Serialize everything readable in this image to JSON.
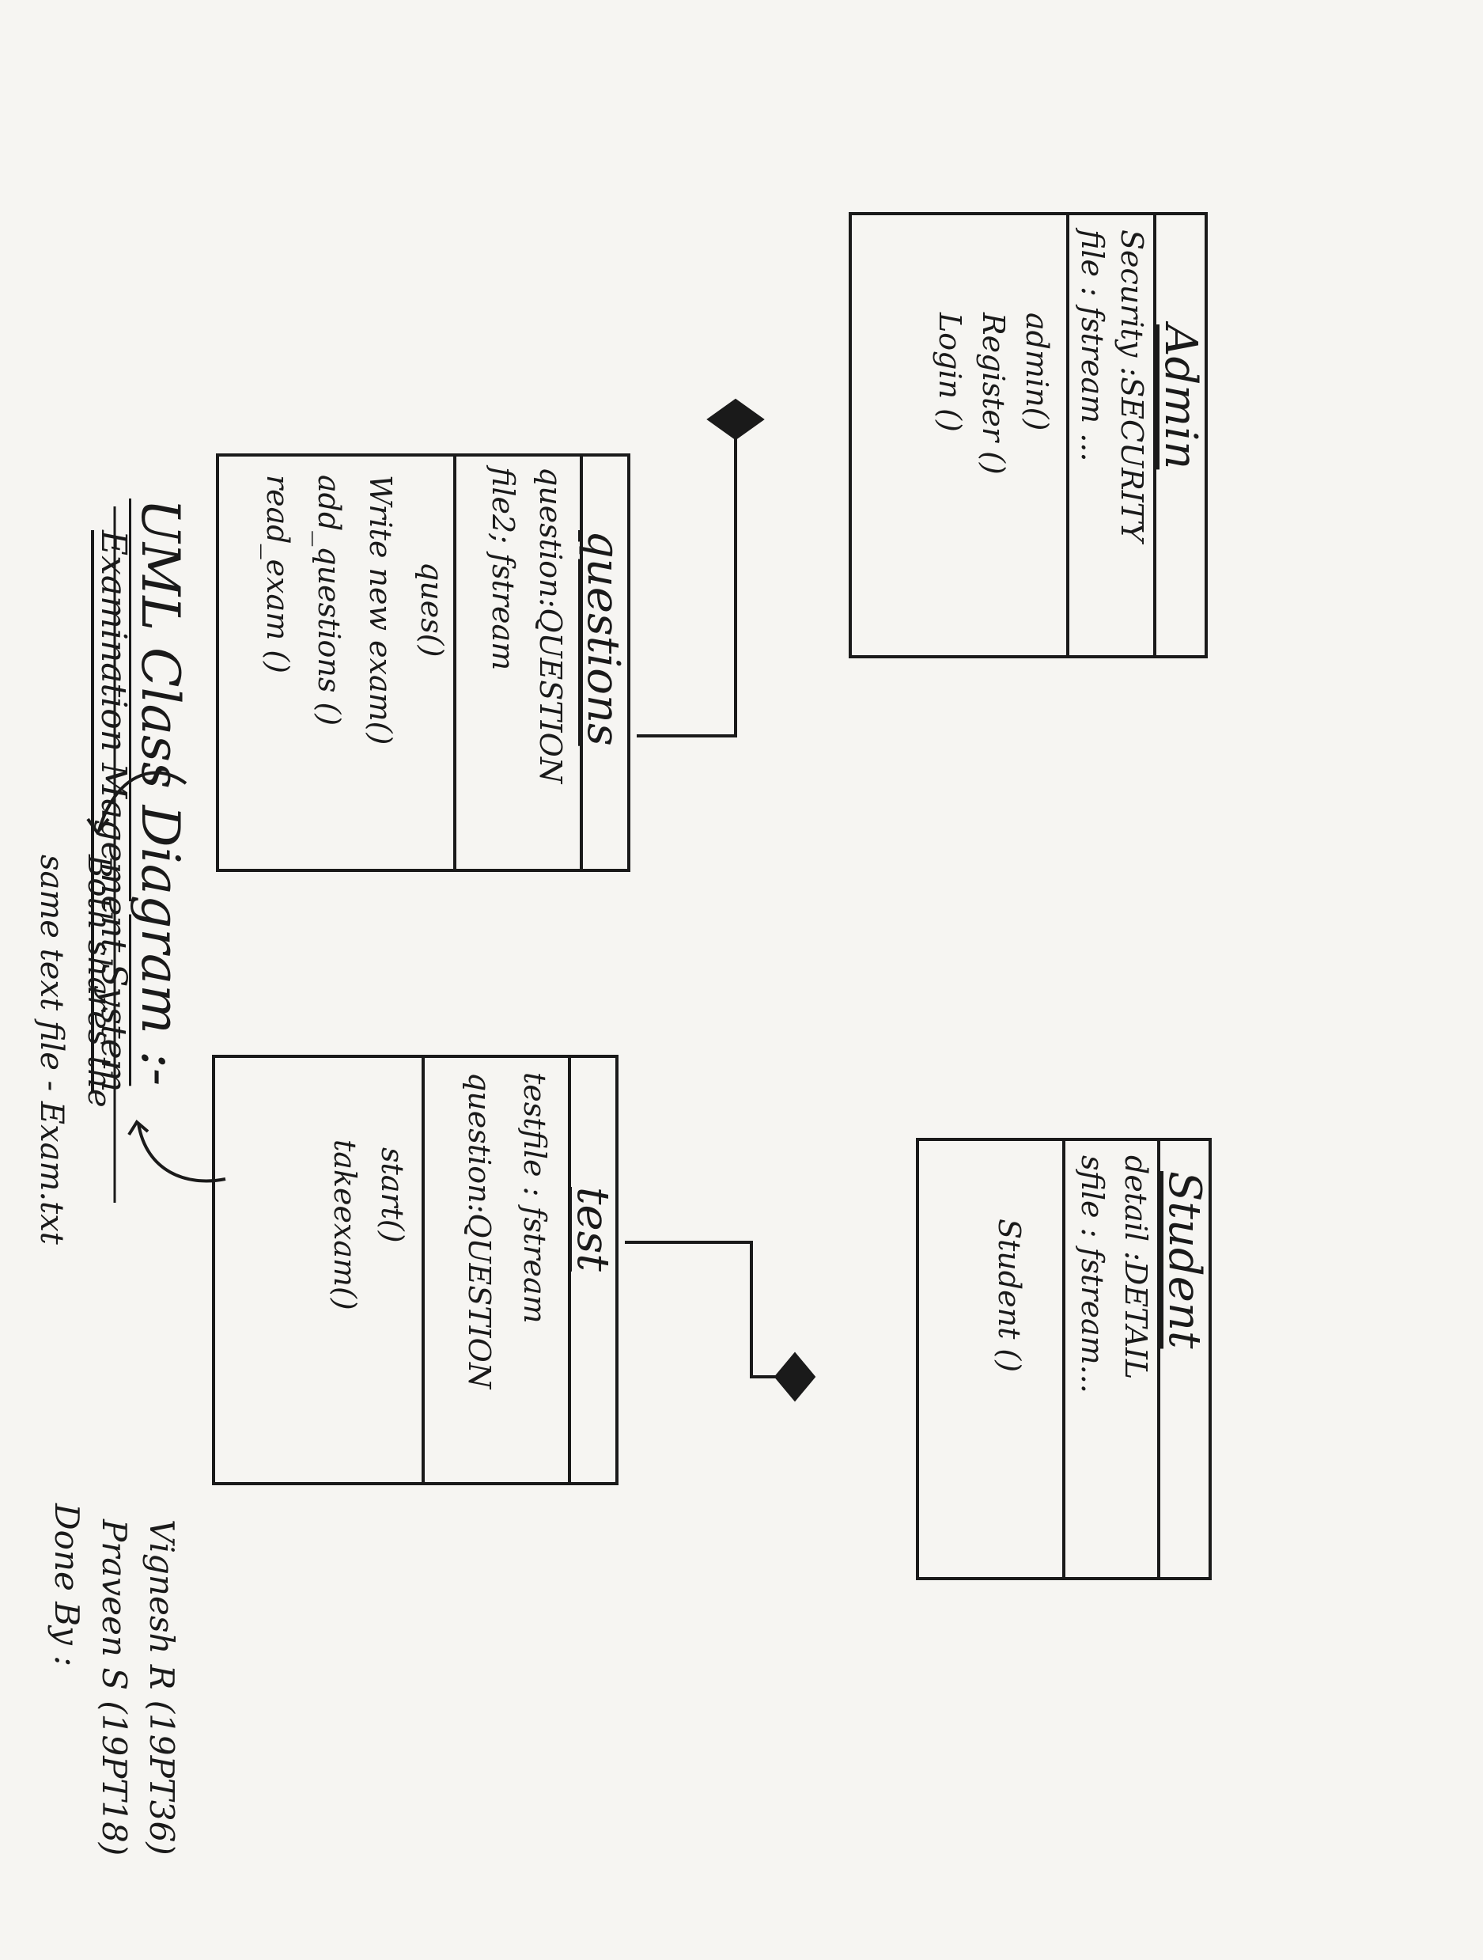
{
  "title": "UML Class Diagram :-",
  "subtitle": "Examination Magement System",
  "done_by": {
    "label": "Done By :",
    "members": [
      "Praveen S (19PT18)",
      "Vignesh R (19PT36)"
    ]
  },
  "classes": {
    "admin": {
      "name": "Admin",
      "attributes": [
        "Security :SECURITY",
        "file : fstream ..."
      ],
      "operations": [
        "admin()",
        "Register ()",
        "Login ()"
      ]
    },
    "questions": {
      "name": "questions",
      "attributes": [
        "question:QUESTION",
        "file2; fstream"
      ],
      "operations": [
        "ques()",
        "Write new exam()",
        "add_questions ()",
        "read_exam ()"
      ]
    },
    "student": {
      "name": "Student",
      "attributes": [
        "detail :DETAIL",
        "sfile : fstream..."
      ],
      "operations": [
        "Student ()"
      ]
    },
    "test": {
      "name": "test",
      "attributes": [
        "testfile : fstream",
        "question:QUESTION"
      ],
      "operations": [
        "start()",
        "takeexam()"
      ]
    }
  },
  "relationships": [
    {
      "from": "admin",
      "to": "questions",
      "type": "composition"
    },
    {
      "from": "student",
      "to": "test",
      "type": "composition"
    }
  ],
  "note": {
    "lines": [
      "Both shares the",
      "same text file - Exam.txt"
    ]
  },
  "colors": {
    "ink": "#1a1a1a",
    "paper": "#f6f5f2"
  }
}
